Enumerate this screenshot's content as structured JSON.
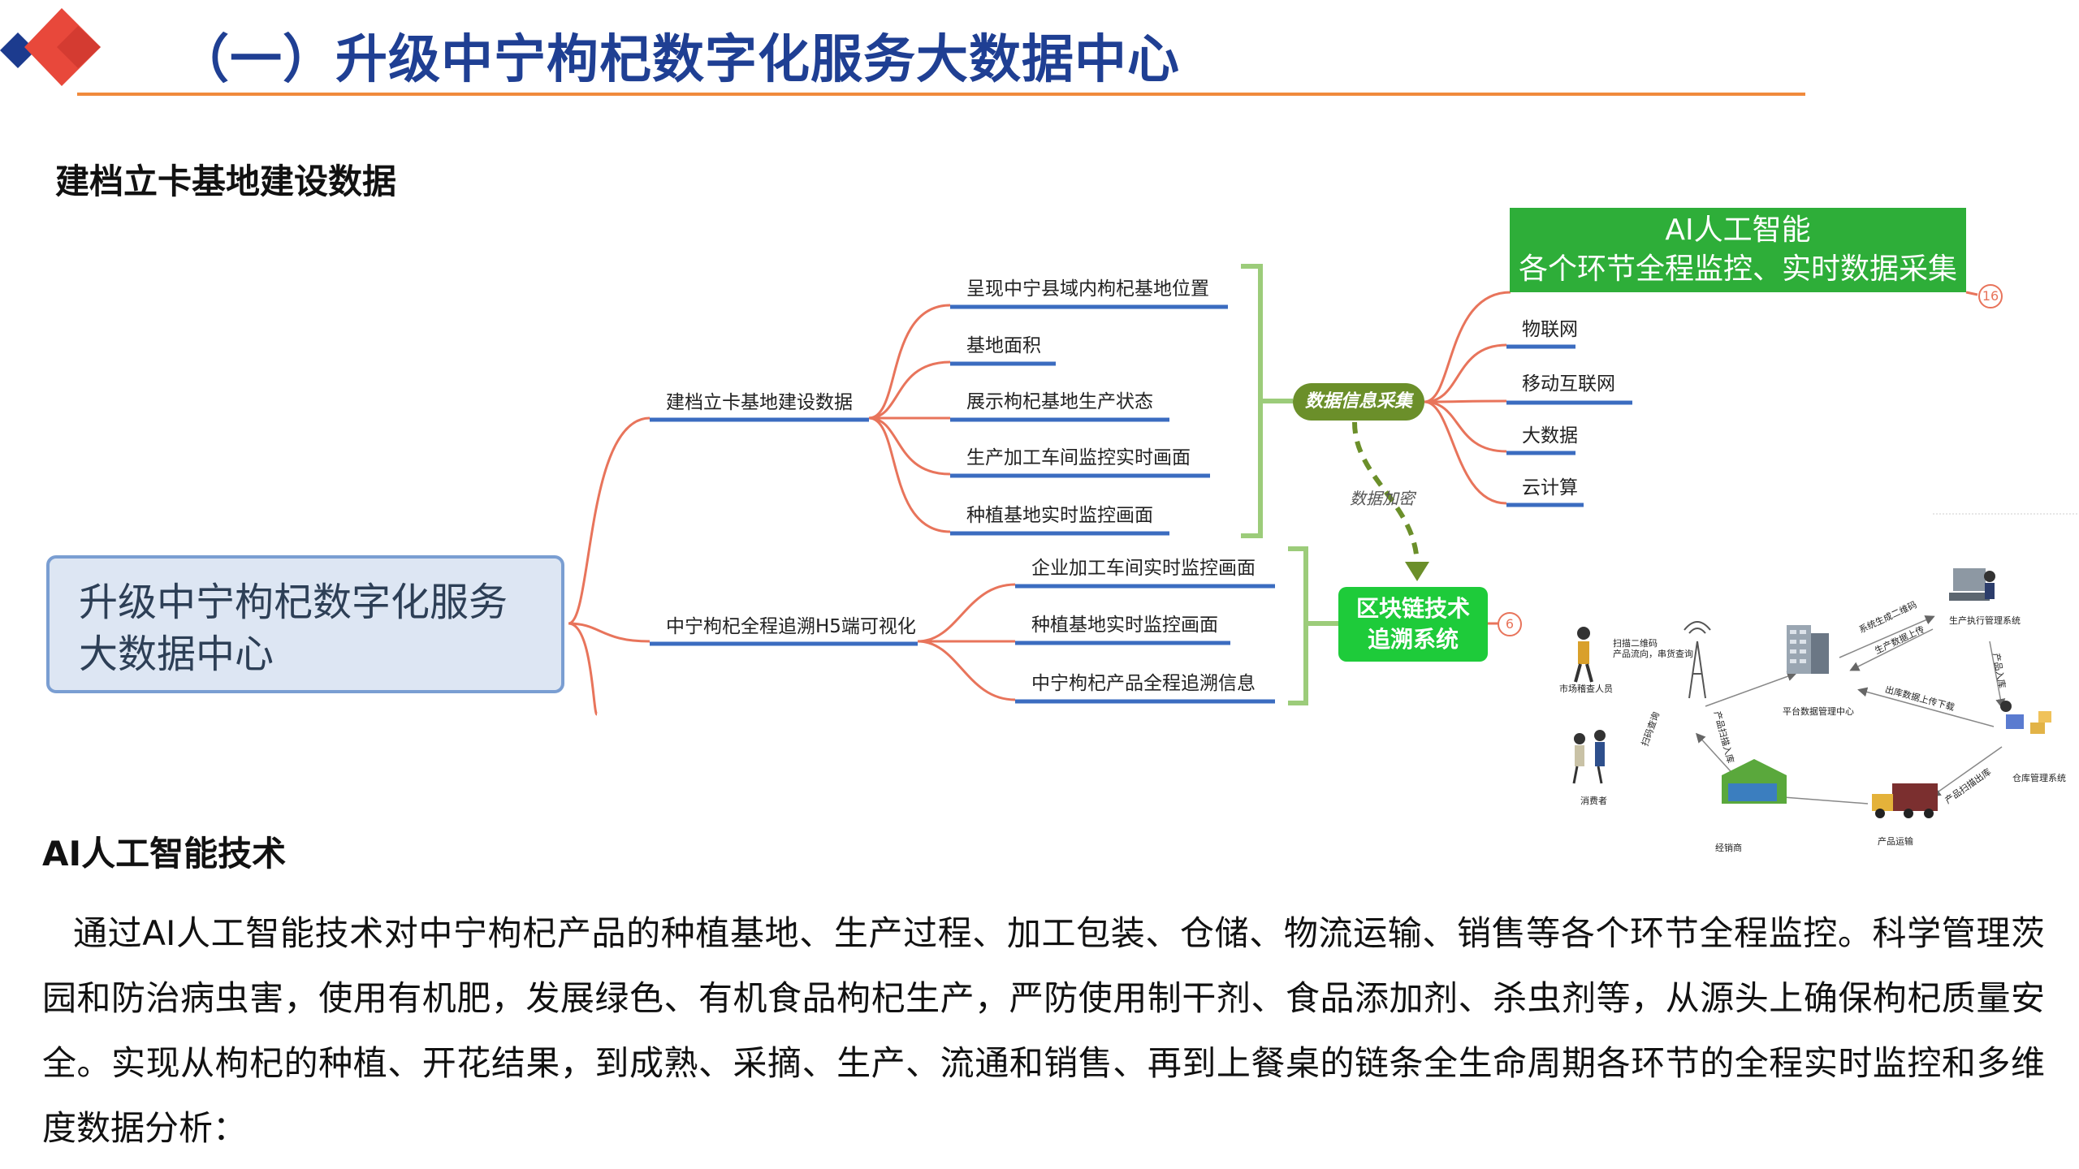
{
  "header": {
    "title": "（一）升级中宁枸杞数字化服务大数据中心"
  },
  "section1": {
    "heading": "建档立卡基地建设数据"
  },
  "mindmap": {
    "center": "升级中宁枸杞数字化服务大数据中心",
    "branch1": {
      "label": "建档立卡基地建设数据",
      "children": [
        "呈现中宁县域内枸杞基地位置",
        "基地面积",
        "展示枸杞基地生产状态",
        "生产加工车间监控实时画面",
        "种植基地实时监控画面"
      ]
    },
    "branch2": {
      "label": "中宁枸杞全程追溯H5端可视化",
      "children": [
        "企业加工车间实时监控画面",
        "种植基地实时监控画面",
        "中宁枸杞产品全程追溯信息"
      ]
    },
    "collect": "数据信息采集",
    "encrypt": "数据加密",
    "ai_box": {
      "line1": "AI人工智能",
      "line2": "各个环节全程监控、实时数据采集"
    },
    "ai_children": [
      "物联网",
      "移动互联网",
      "大数据",
      "云计算"
    ],
    "blockchain": {
      "line1": "区块链技术",
      "line2": "追溯系统"
    },
    "badge_ai": "16",
    "badge_chain": "6",
    "colors": {
      "branch_line": "#e8745b",
      "underline": "#3b6cc0",
      "bracket": "#9ccc7a",
      "ai_green": "#2eae39",
      "pill_green": "#6b8f2a",
      "chain_green": "#1ecb3a",
      "title_blue": "#1f3f93",
      "accent_orange": "#f08a3c"
    }
  },
  "trace_diagram": {
    "nodes": {
      "inspector": "市场稽查人员",
      "scan_note": "扫描二维码\n产品流向，串货查询",
      "platform": "平台数据管理中心",
      "exec": "生产执行管理系统",
      "warehouse": "仓库管理系统",
      "transport": "产品运输",
      "dealer": "经销商",
      "consumer": "消费者"
    },
    "edges": {
      "gen_code": "系统生成二维码",
      "prod_upload": "生产数据上传",
      "stock_in": "产品入库",
      "out_upload": "出库数据上传下载",
      "scan_out": "产品扫描出库",
      "scan_in": "产品扫描入库",
      "scan_query": "扫码查询"
    }
  },
  "section2": {
    "heading": "AI人工智能技术",
    "body": "通过AI人工智能技术对中宁枸杞产品的种植基地、生产过程、加工包装、仓储、物流运输、销售等各个环节全程监控。科学管理茨园和防治病虫害，使用有机肥，发展绿色、有机食品枸杞生产，严防使用制干剂、食品添加剂、杀虫剂等，从源头上确保枸杞质量安全。实现从枸杞的种植、开花结果，到成熟、采摘、生产、流通和销售、再到上餐桌的链条全生命周期各环节的全程实时监控和多维度数据分析："
  }
}
